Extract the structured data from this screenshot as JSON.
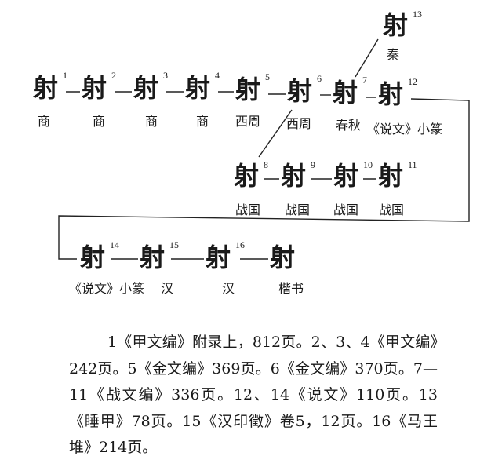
{
  "row1": [
    {
      "num": "1",
      "glyph": "射",
      "period": "商"
    },
    {
      "num": "2",
      "glyph": "射",
      "period": "商"
    },
    {
      "num": "3",
      "glyph": "射",
      "period": "商"
    },
    {
      "num": "4",
      "glyph": "射",
      "period": "商"
    },
    {
      "num": "5",
      "glyph": "射",
      "period": "西周"
    },
    {
      "num": "6",
      "glyph": "射",
      "period": "西周"
    },
    {
      "num": "7",
      "glyph": "射",
      "period": "春秋"
    },
    {
      "num": "12",
      "glyph": "射",
      "period": "《说文》小篆"
    }
  ],
  "branch": {
    "num": "13",
    "glyph": "射",
    "period": "秦"
  },
  "row2": [
    {
      "num": "8",
      "glyph": "射",
      "period": "战国"
    },
    {
      "num": "9",
      "glyph": "射",
      "period": "战国"
    },
    {
      "num": "10",
      "glyph": "射",
      "period": "战国"
    },
    {
      "num": "11",
      "glyph": "射",
      "period": "战国"
    }
  ],
  "row3": [
    {
      "num": "14",
      "glyph": "射",
      "period": "《说文》小篆"
    },
    {
      "num": "15",
      "glyph": "射",
      "period": "汉"
    },
    {
      "num": "16",
      "glyph": "射",
      "period": "汉"
    },
    {
      "num": "",
      "glyph": "射",
      "period": "楷书"
    }
  ],
  "sources": "1《甲文编》附录上，812页。2、3、4《甲文编》242页。5《金文编》369页。6《金文编》370页。7—11《战文编》336页。12、14《说文》110页。13《睡甲》78页。15《汉印徵》卷5，12页。16《马王堆》214页。"
}
